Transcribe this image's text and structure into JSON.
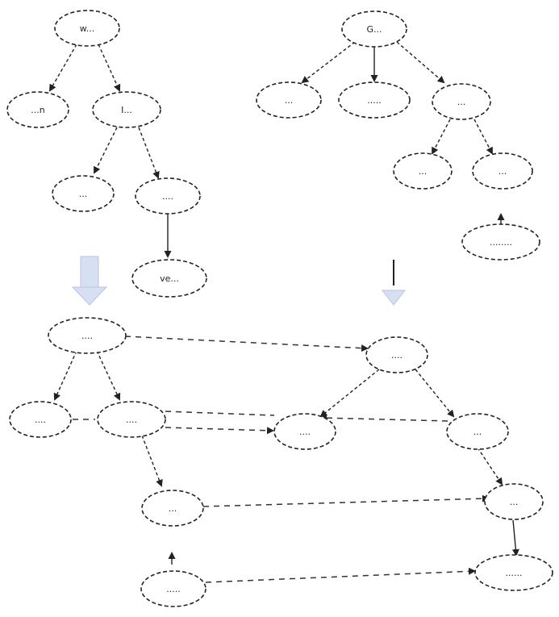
{
  "diagram": {
    "trees": [
      {
        "id": "source-tree-left",
        "nodes": [
          {
            "id": "a-root",
            "label": "w..."
          },
          {
            "id": "a-l",
            "label": "...n"
          },
          {
            "id": "a-r",
            "label": "I..."
          },
          {
            "id": "a-rl",
            "label": "..."
          },
          {
            "id": "a-rr",
            "label": "...."
          },
          {
            "id": "a-rrc",
            "label": "ve..."
          }
        ]
      },
      {
        "id": "source-tree-right",
        "nodes": [
          {
            "id": "b-root",
            "label": "G..."
          },
          {
            "id": "b-1",
            "label": "..."
          },
          {
            "id": "b-2",
            "label": "....."
          },
          {
            "id": "b-3",
            "label": "..."
          },
          {
            "id": "b-31",
            "label": "..."
          },
          {
            "id": "b-32",
            "label": "..."
          },
          {
            "id": "b-321",
            "label": "........"
          }
        ]
      },
      {
        "id": "result-tree-left",
        "nodes": [
          {
            "id": "c-root",
            "label": "...."
          },
          {
            "id": "c-l",
            "label": "...."
          },
          {
            "id": "c-r",
            "label": "...."
          },
          {
            "id": "c-rc",
            "label": "..."
          },
          {
            "id": "c-rcc",
            "label": "....."
          }
        ]
      },
      {
        "id": "result-tree-right",
        "nodes": [
          {
            "id": "d-root",
            "label": "...."
          },
          {
            "id": "d-l",
            "label": "...."
          },
          {
            "id": "d-r",
            "label": "..."
          },
          {
            "id": "d-rc",
            "label": "..."
          },
          {
            "id": "d-rcc",
            "label": "......"
          }
        ]
      }
    ],
    "colors": {
      "node_stroke": "#222222",
      "link_stroke": "#333333",
      "flow_arrow_fill": "#d7dff2"
    }
  }
}
